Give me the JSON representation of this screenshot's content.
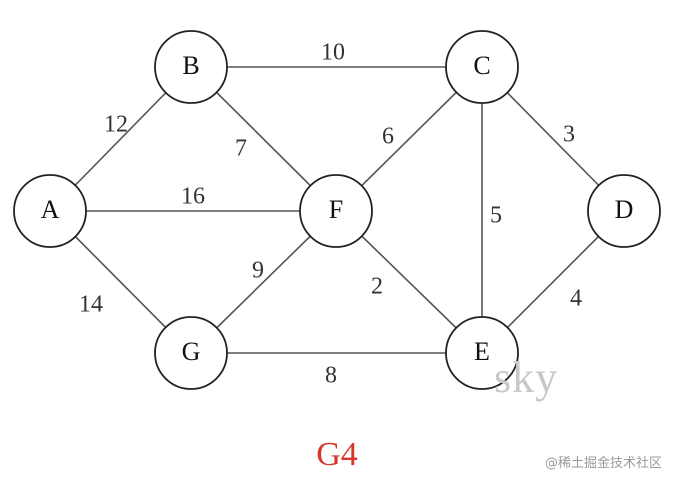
{
  "graph": {
    "nodes": [
      {
        "id": "A",
        "label": "A"
      },
      {
        "id": "B",
        "label": "B"
      },
      {
        "id": "C",
        "label": "C"
      },
      {
        "id": "D",
        "label": "D"
      },
      {
        "id": "E",
        "label": "E"
      },
      {
        "id": "F",
        "label": "F"
      },
      {
        "id": "G",
        "label": "G"
      }
    ],
    "edges": [
      {
        "from": "A",
        "to": "B",
        "weight": "12"
      },
      {
        "from": "B",
        "to": "C",
        "weight": "10"
      },
      {
        "from": "B",
        "to": "F",
        "weight": "7"
      },
      {
        "from": "A",
        "to": "F",
        "weight": "16"
      },
      {
        "from": "F",
        "to": "C",
        "weight": "6"
      },
      {
        "from": "C",
        "to": "D",
        "weight": "3"
      },
      {
        "from": "C",
        "to": "E",
        "weight": "5"
      },
      {
        "from": "A",
        "to": "G",
        "weight": "14"
      },
      {
        "from": "G",
        "to": "F",
        "weight": "9"
      },
      {
        "from": "F",
        "to": "E",
        "weight": "2"
      },
      {
        "from": "D",
        "to": "E",
        "weight": "4"
      },
      {
        "from": "G",
        "to": "E",
        "weight": "8"
      }
    ]
  },
  "watermark": "sky",
  "caption": {
    "text": "G4",
    "color": "#d9362b"
  },
  "source_credit": "@稀土掘金技术社区"
}
